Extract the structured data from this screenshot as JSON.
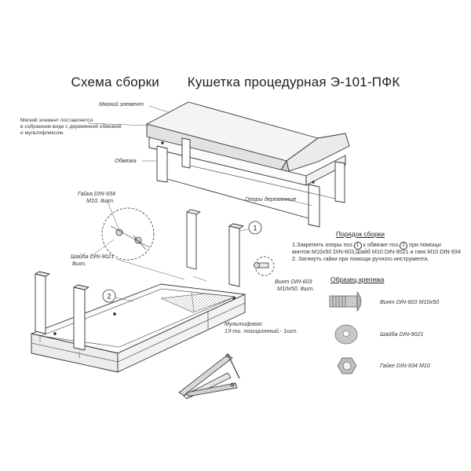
{
  "title": {
    "left": "Схема сборки",
    "right": "Кушетка процедурная Э-101-ПФК"
  },
  "labels": {
    "soft_element": "Мягкий элемент",
    "note_line1": "Мягкий элемент поставляется",
    "note_line2": "в собранном виде с деревянной обвязкой",
    "note_line3": "и мультифлексом.",
    "frame": "Обвязка",
    "wooden_legs": "Опоры деревянные",
    "nut_line1": "Гайка DIN-934",
    "nut_line2": "М10. 8шт.",
    "washer_line1": "Шайба DIN-9021",
    "washer_line2": "8шт.",
    "bolt_line1": "Винт DIN-603",
    "bolt_line2": "М10х50. 8шт.",
    "multiflex_line1": "Мультифлекс",
    "multiflex_line2": "13-ти. позиционный.- 1шт.",
    "callout_1": "1",
    "callout_2": "2"
  },
  "assembly_order": {
    "heading": "Порядок сборки",
    "step1_line1": "1.Закрепить опоры поз.",
    "step1_ref1": "1",
    "step1_mid": " к обвязке поз.",
    "step1_ref2": "2",
    "step1_end": " при помощи",
    "step1_line2": "винтов М10х50 DIN-603,Шайб М10 DIN-9021 и гаек М10 DIN-934",
    "step2": "2. Затянуть гайки при помощи ручного инструмента."
  },
  "fastener_sample": {
    "heading": "Образец крепежа",
    "bolt": "Винт DIN-603 М10х50",
    "washer": "Шайба DIN-9021",
    "nut": "Гайке DIN-934 М10"
  }
}
